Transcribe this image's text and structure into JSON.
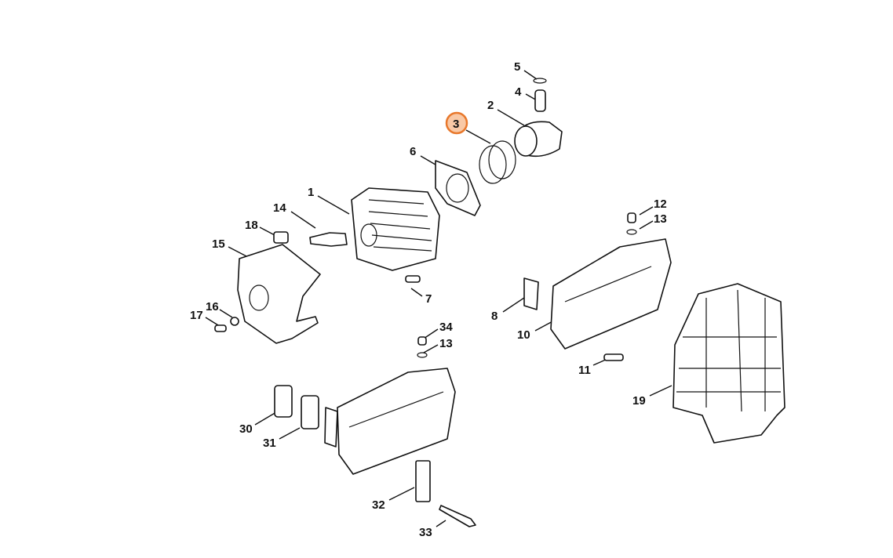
{
  "diagram": {
    "highlighted_part": "3",
    "highlight_colors": {
      "fill": "#f9c9a6",
      "stroke": "#e8782c"
    },
    "labels": [
      {
        "id": "lbl-5",
        "text": "5"
      },
      {
        "id": "lbl-4",
        "text": "4"
      },
      {
        "id": "lbl-2",
        "text": "2"
      },
      {
        "id": "lbl-3",
        "text": "3"
      },
      {
        "id": "lbl-6",
        "text": "6"
      },
      {
        "id": "lbl-1",
        "text": "1"
      },
      {
        "id": "lbl-14",
        "text": "14"
      },
      {
        "id": "lbl-18",
        "text": "18"
      },
      {
        "id": "lbl-15",
        "text": "15"
      },
      {
        "id": "lbl-16",
        "text": "16"
      },
      {
        "id": "lbl-17",
        "text": "17"
      },
      {
        "id": "lbl-7",
        "text": "7"
      },
      {
        "id": "lbl-12",
        "text": "12"
      },
      {
        "id": "lbl-13a",
        "text": "13"
      },
      {
        "id": "lbl-8",
        "text": "8"
      },
      {
        "id": "lbl-10",
        "text": "10"
      },
      {
        "id": "lbl-11",
        "text": "11"
      },
      {
        "id": "lbl-19",
        "text": "19"
      },
      {
        "id": "lbl-34",
        "text": "34"
      },
      {
        "id": "lbl-13b",
        "text": "13"
      },
      {
        "id": "lbl-30",
        "text": "30"
      },
      {
        "id": "lbl-31",
        "text": "31"
      },
      {
        "id": "lbl-32",
        "text": "32"
      },
      {
        "id": "lbl-33",
        "text": "33"
      }
    ]
  }
}
